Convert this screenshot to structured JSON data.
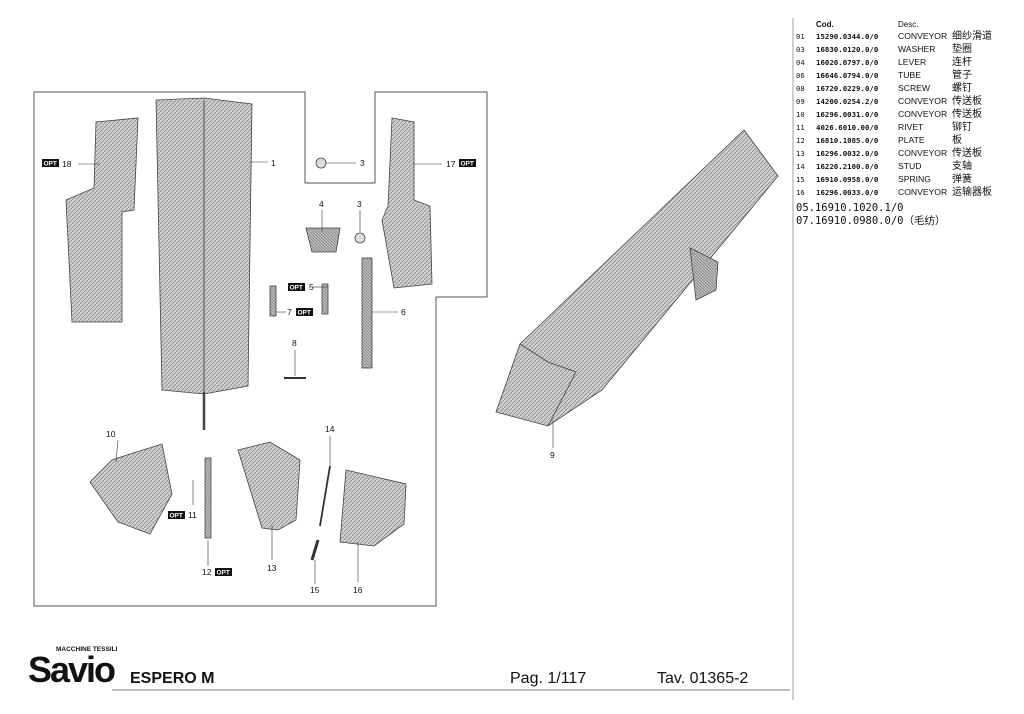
{
  "table": {
    "header_code": "Cod.",
    "header_desc": "Desc.",
    "rows": [
      {
        "pos": "01",
        "code": "15290.0344.0/0",
        "desc": "CONVEYOR",
        "cn": "细纱滑道"
      },
      {
        "pos": "03",
        "code": "16830.0120.0/0",
        "desc": "WASHER",
        "cn": "垫圈"
      },
      {
        "pos": "04",
        "code": "16020.0797.0/0",
        "desc": "LEVER",
        "cn": "连杆"
      },
      {
        "pos": "06",
        "code": "16646.0794.0/0",
        "desc": "TUBE",
        "cn": "管子"
      },
      {
        "pos": "08",
        "code": "16720.0229.0/0",
        "desc": "SCREW",
        "cn": "螺钉"
      },
      {
        "pos": "09",
        "code": "14200.0254.2/0",
        "desc": "CONVEYOR",
        "cn": "传送板"
      },
      {
        "pos": "10",
        "code": "16296.0031.0/0",
        "desc": "CONVEYOR",
        "cn": "传送板"
      },
      {
        "pos": "11",
        "code": "4026.6010.00/0",
        "desc": "RIVET",
        "cn": "铆钉"
      },
      {
        "pos": "12",
        "code": "16810.1085.0/0",
        "desc": "PLATE",
        "cn": "板"
      },
      {
        "pos": "13",
        "code": "16296.0032.0/0",
        "desc": "CONVEYOR",
        "cn": "传送板"
      },
      {
        "pos": "14",
        "code": "16220.2100.0/0",
        "desc": "STUD",
        "cn": "支轴"
      },
      {
        "pos": "15",
        "code": "16910.0958.0/0",
        "desc": "SPRING",
        "cn": "弹簧"
      },
      {
        "pos": "16",
        "code": "16296.0033.0/0",
        "desc": "CONVEYOR",
        "cn": "运输器板"
      }
    ],
    "extra": [
      "05.16910.1020.1/0",
      "07.16910.0980.0/0（毛纺）"
    ]
  },
  "callouts": {
    "opt": "OPT",
    "n1": "1",
    "n3a": "3",
    "n3b": "3",
    "n4": "4",
    "n5": "5",
    "n6": "6",
    "n7": "7",
    "n8": "8",
    "n9": "9",
    "n10": "10",
    "n11": "11",
    "n12": "12",
    "n13": "13",
    "n14": "14",
    "n15": "15",
    "n16": "16",
    "n17": "17",
    "n18": "18"
  },
  "footer": {
    "brand": "Savio",
    "brand_tag": "MACCHINE TESSILI",
    "model": "ESPERO M",
    "page": "Pag. 1/117",
    "tav": "Tav. 01365-2"
  }
}
